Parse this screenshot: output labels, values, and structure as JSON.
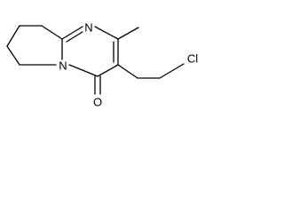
{
  "molecule": {
    "atom_labels": {
      "n_ring_top": "N",
      "n_ring_bridge": "N",
      "oxygen": "O",
      "chlorine": "Cl"
    }
  }
}
